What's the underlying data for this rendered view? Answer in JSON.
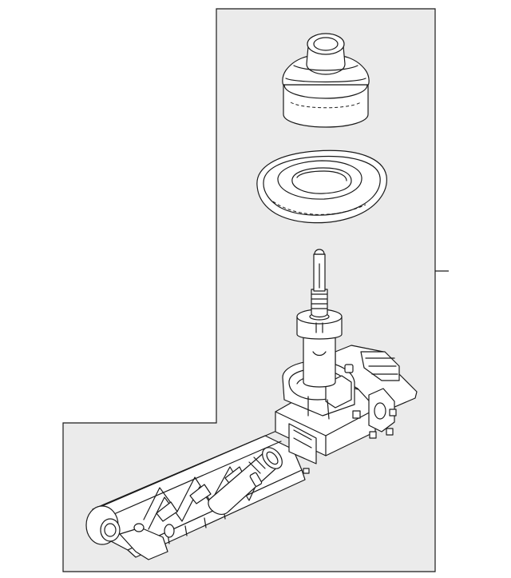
{
  "diagram": {
    "background": "#ebebeb",
    "line_color": "#1a1a1a",
    "parts": [
      {
        "name": "shift-boot",
        "icon": "boot-icon"
      },
      {
        "name": "boot-retainer-seal",
        "icon": "seal-ring-icon"
      },
      {
        "name": "gear-shift-assembly",
        "icon": "shifter-assembly-icon"
      }
    ]
  }
}
